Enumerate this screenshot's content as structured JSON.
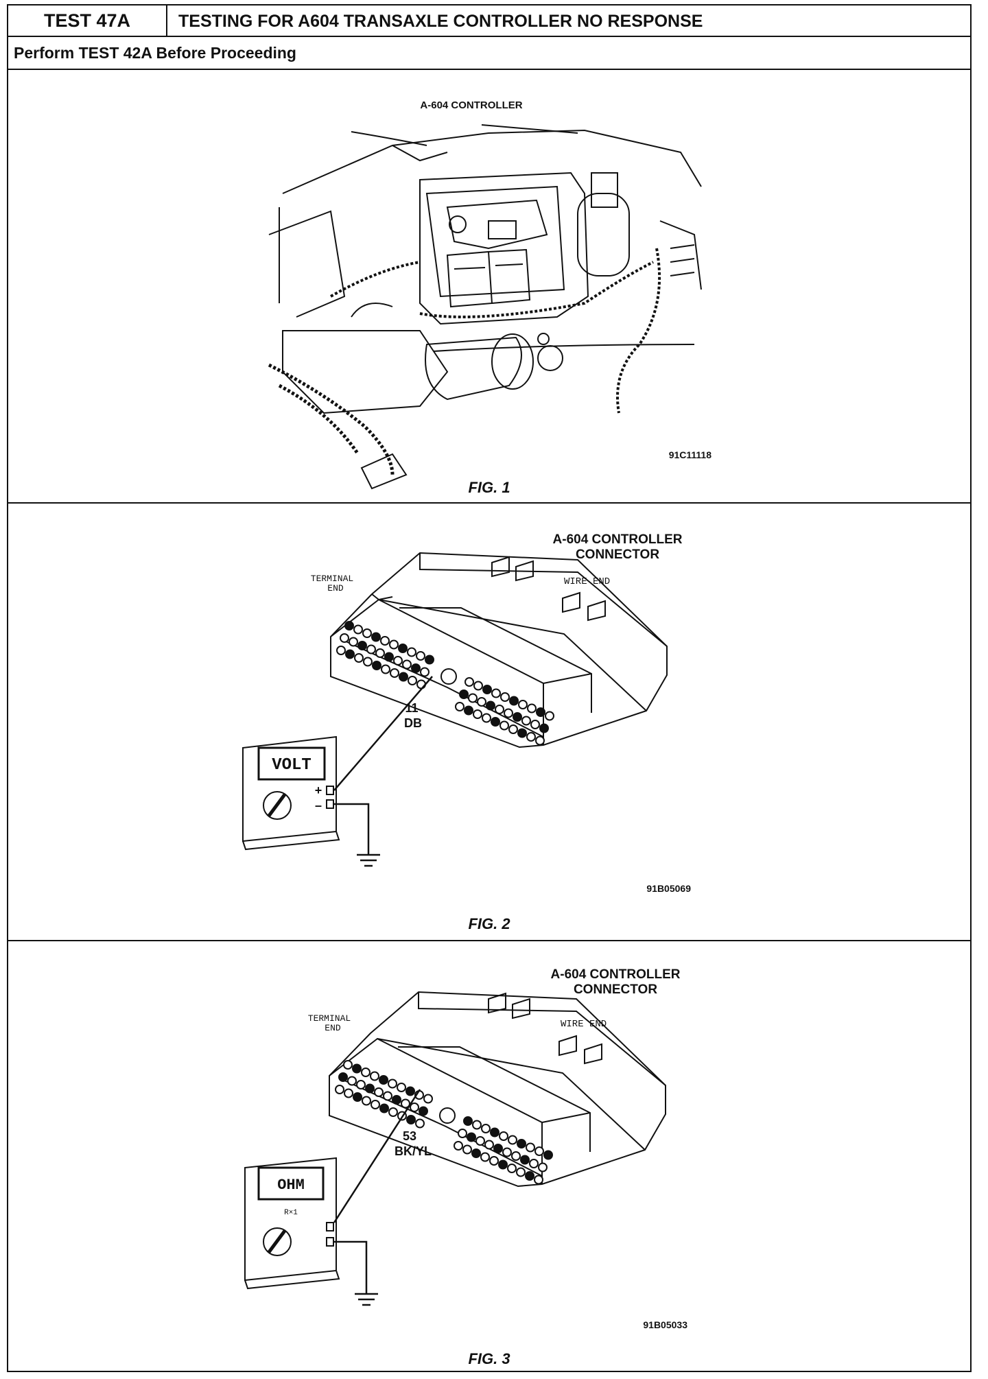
{
  "header": {
    "test_id": "TEST 47A",
    "title": "TESTING FOR A604 TRANSAXLE CONTROLLER NO RESPONSE",
    "prerequisite": "Perform TEST 42A Before Proceeding"
  },
  "figures": [
    {
      "caption": "FIG. 1",
      "label": "A-604 CONTROLLER",
      "ref": "91C11118"
    },
    {
      "caption": "FIG. 2",
      "connector_label_1": "A-604 CONTROLLER",
      "connector_label_2": "CONNECTOR",
      "terminal_label_1": "TERMINAL",
      "terminal_label_2": "END",
      "wire_end_label": "WIRE END",
      "pin_number": "11",
      "wire_color": "DB",
      "meter_display": "VOLT",
      "plus_sign": "+",
      "minus_sign": "–",
      "ref": "91B05069"
    },
    {
      "caption": "FIG. 3",
      "connector_label_1": "A-604 CONTROLLER",
      "connector_label_2": "CONNECTOR",
      "terminal_label_1": "TERMINAL",
      "terminal_label_2": "END",
      "wire_end_label": "WIRE END",
      "pin_number": "53",
      "wire_color": "BK/YL",
      "meter_display": "OHM",
      "meter_range": "R×1",
      "ref": "91B05033"
    }
  ]
}
